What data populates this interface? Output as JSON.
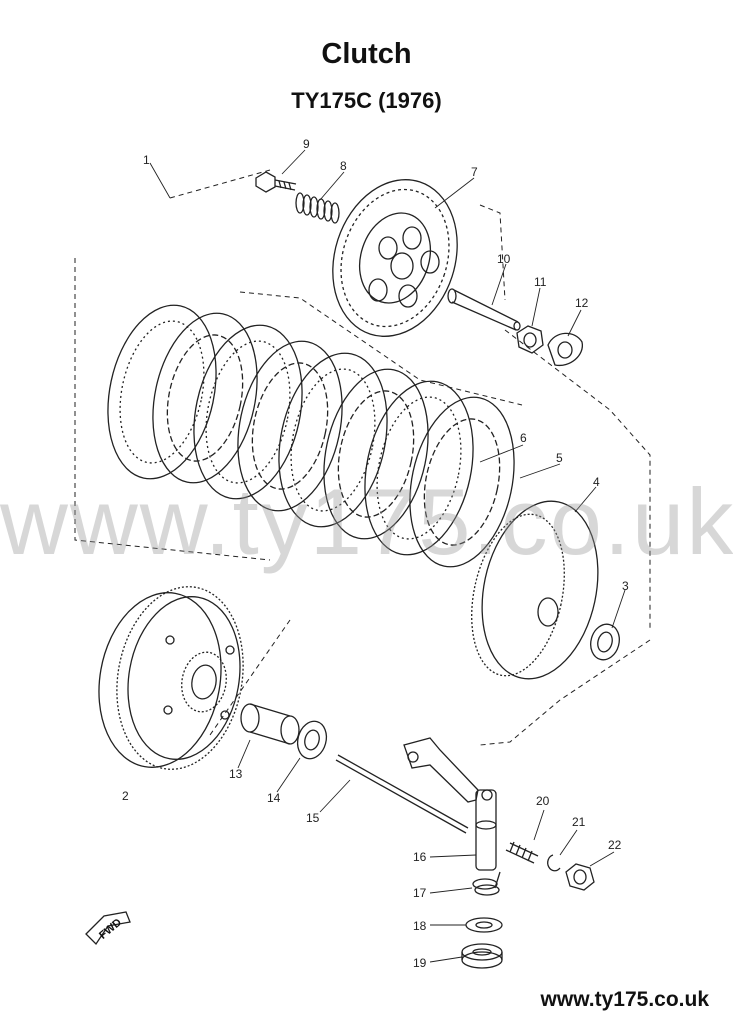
{
  "title": "Clutch",
  "subtitle": "TY175C (1976)",
  "watermark": "www.ty175.co.uk",
  "footer_url": "www.ty175.co.uk",
  "direction_label": "FWD",
  "part_numbers": {
    "p1": "1",
    "p2": "2",
    "p3": "3",
    "p4": "4",
    "p5": "5",
    "p6": "6",
    "p7": "7",
    "p8": "8",
    "p9": "9",
    "p10": "10",
    "p11": "11",
    "p12": "12",
    "p13": "13",
    "p14": "14",
    "p15": "15",
    "p16": "16",
    "p17": "17",
    "p18": "18",
    "p19": "19",
    "p20": "20",
    "p21": "21",
    "p22": "22"
  },
  "colors": {
    "line": "#222222",
    "watermark": "#969696",
    "background": "#ffffff"
  }
}
